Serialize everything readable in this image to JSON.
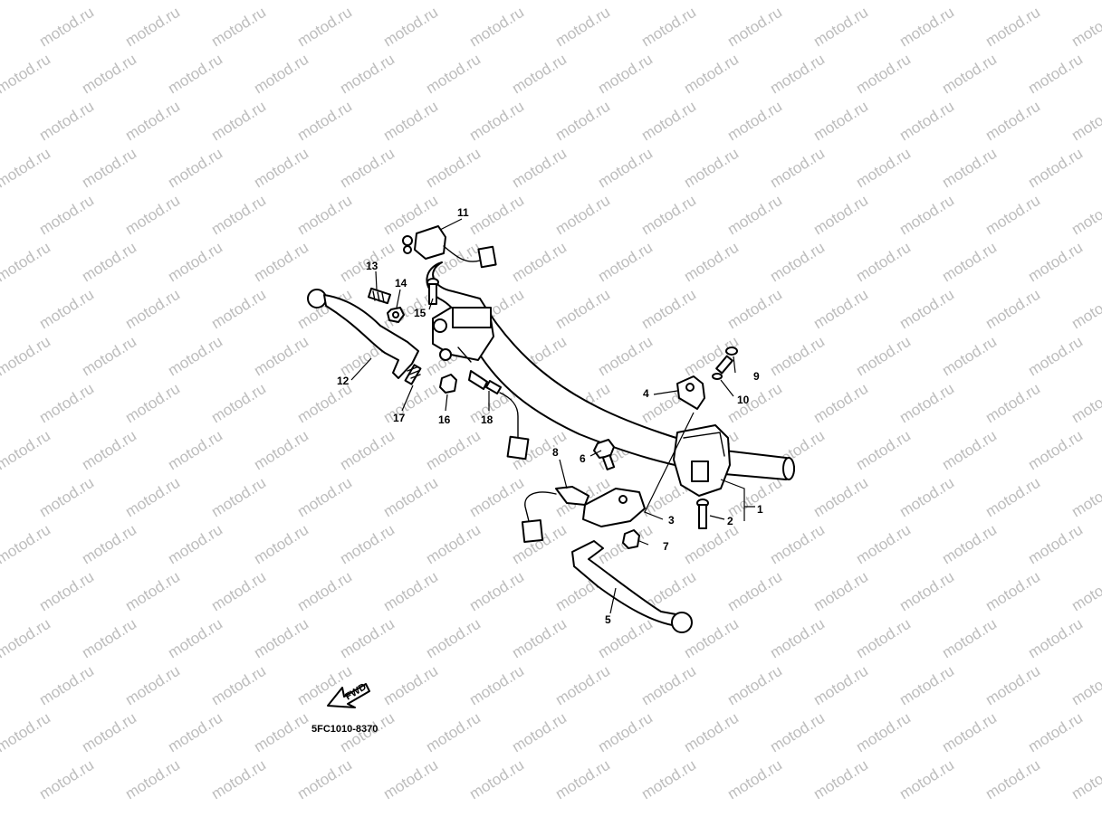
{
  "watermark": {
    "text": "motod.ru",
    "color": "#bdbdbd"
  },
  "diagram": {
    "code": "5FC1010-8370",
    "fwd_label": "FWD",
    "callouts": [
      "1",
      "2",
      "3",
      "4",
      "5",
      "6",
      "7",
      "8",
      "9",
      "10",
      "11",
      "12",
      "13",
      "14",
      "15",
      "16",
      "17",
      "18"
    ]
  }
}
